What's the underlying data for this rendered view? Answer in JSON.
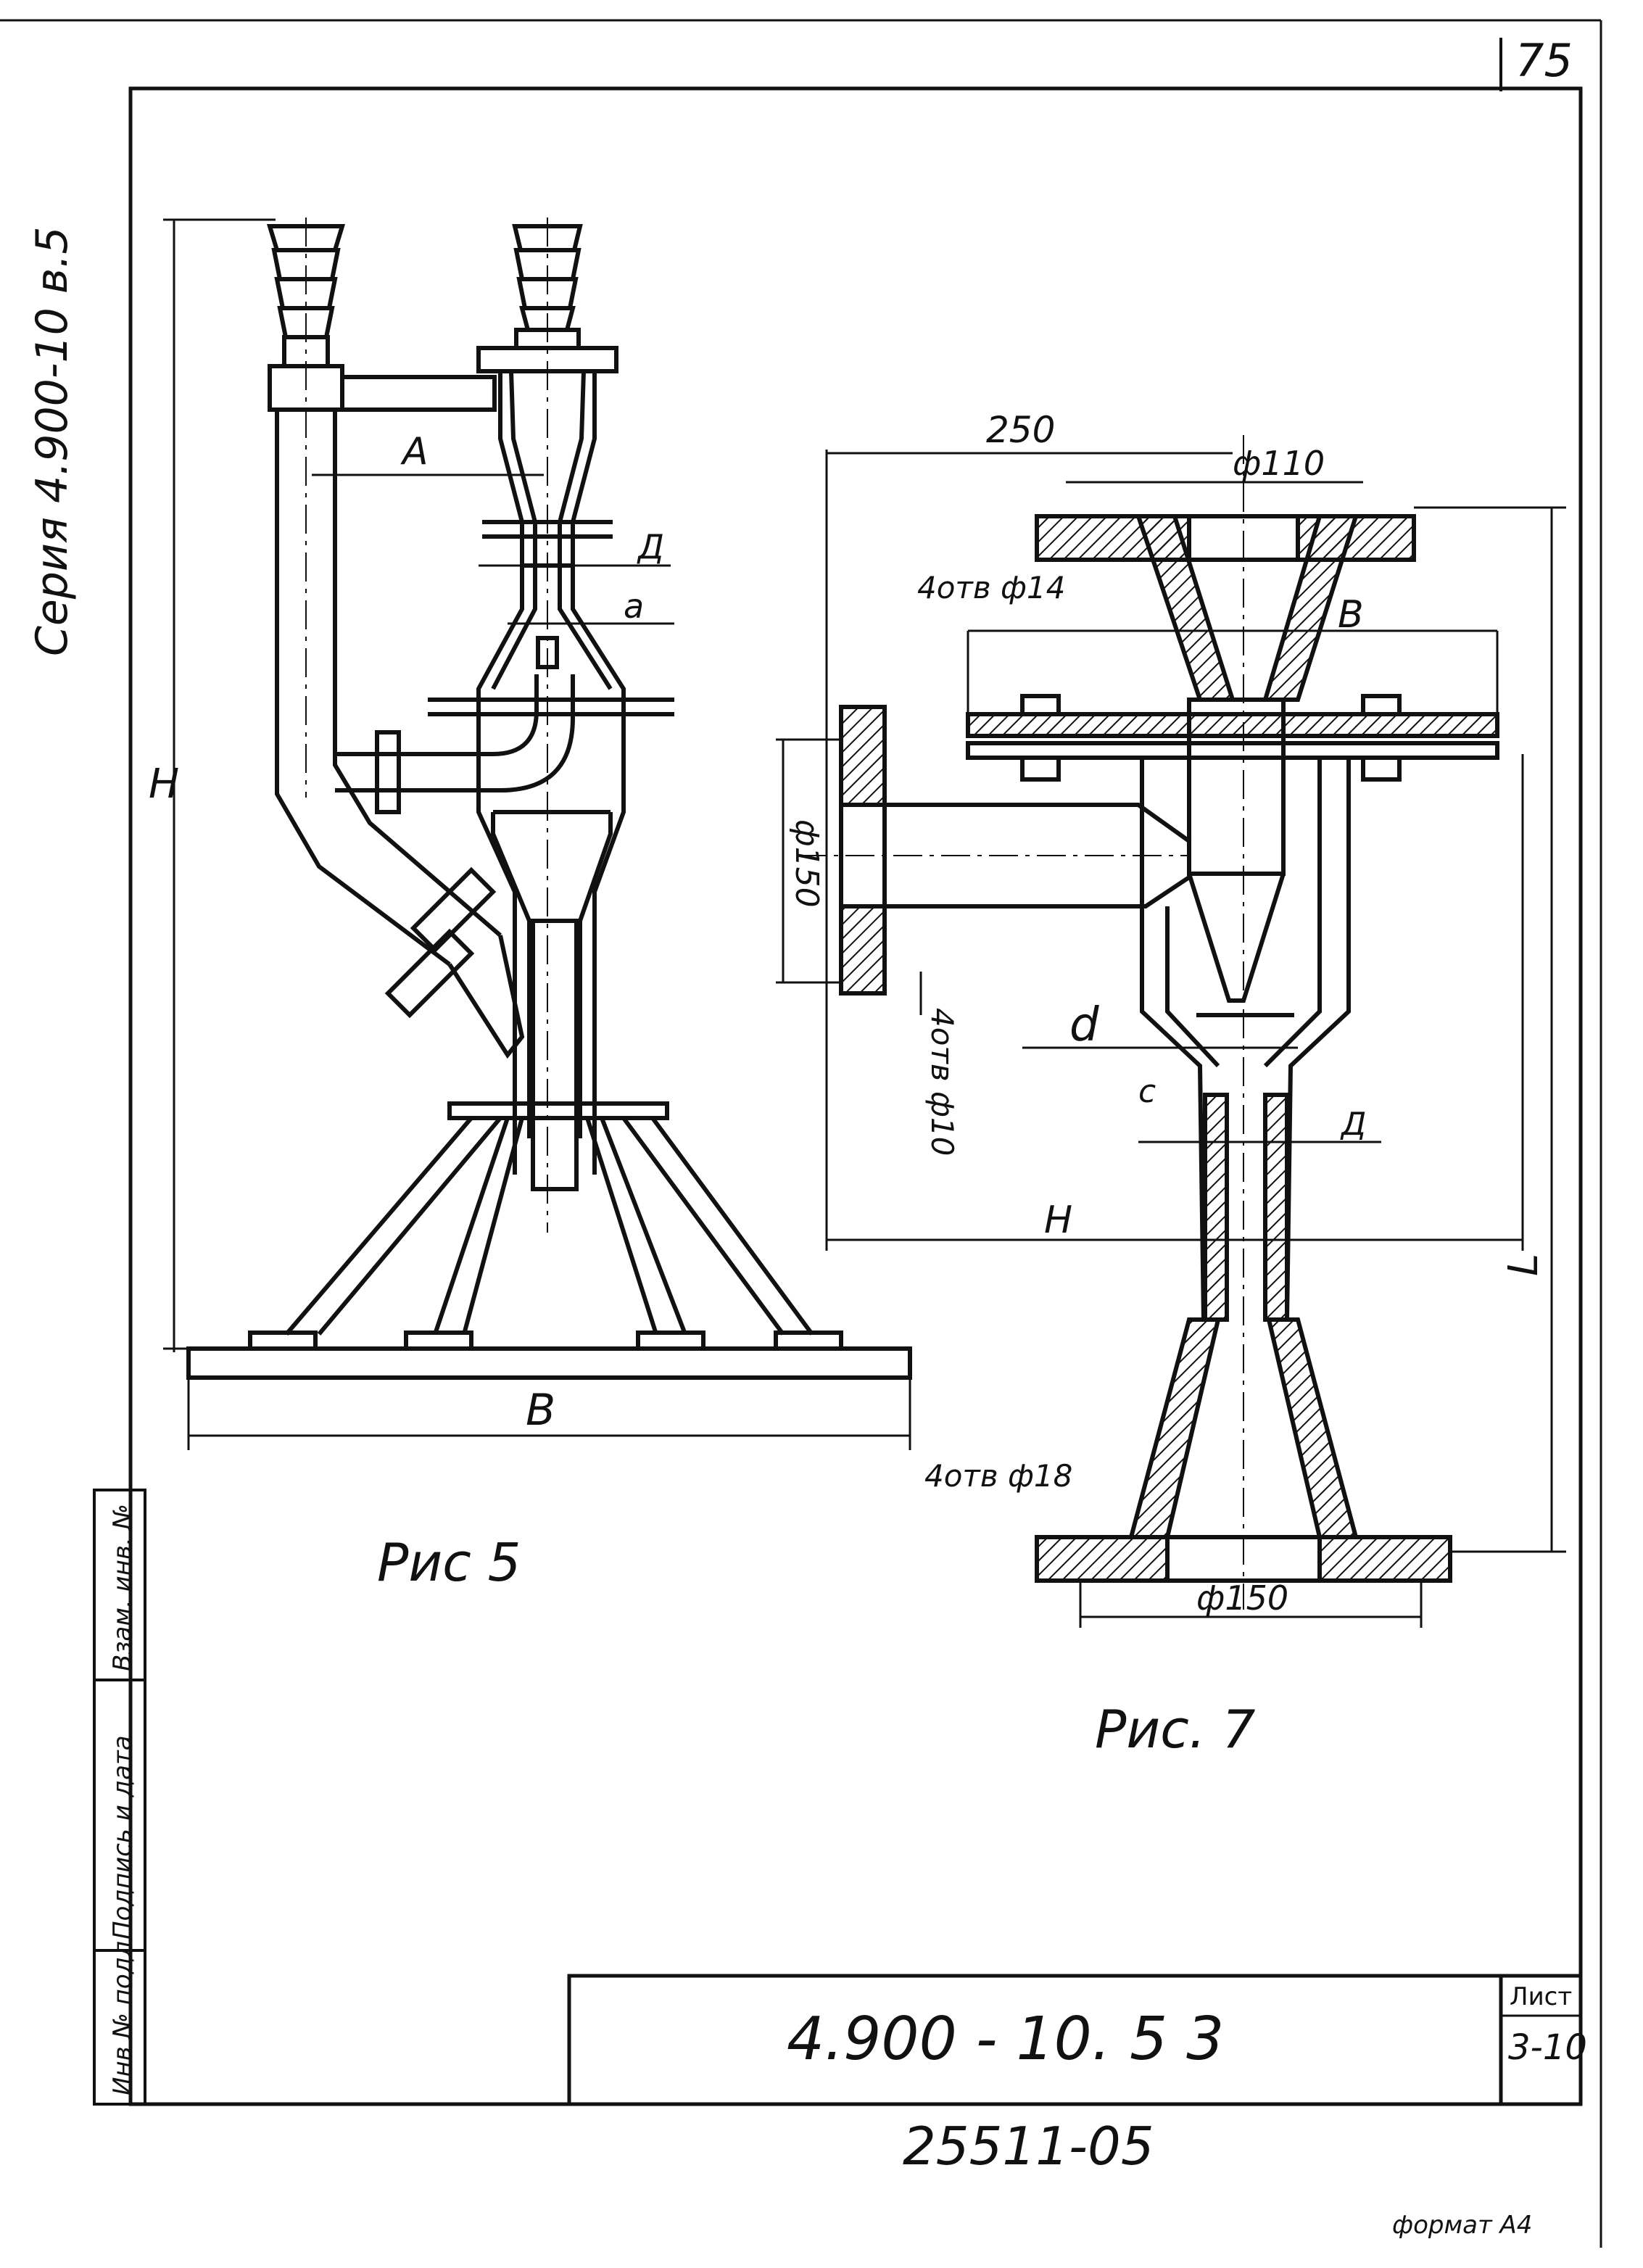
{
  "sheet": {
    "page_number": "75",
    "series": "Серия 4.900-10 в.5",
    "document_code": "4.900 - 10. 5 3",
    "sheet_label": "Лист",
    "sheet_number": "3-10",
    "inventory_number": "25511-05",
    "format": "формат А4"
  },
  "side_table": [
    "Инв № подл",
    "Подпись и дата",
    "Взам. инв. №"
  ],
  "fig5": {
    "caption": "Рис 5",
    "dim_height": "Н",
    "dim_width": "В",
    "dim_offset": "А",
    "dim_d": "Д",
    "dim_a": "а"
  },
  "fig7": {
    "caption": "Рис. 7",
    "dim_250": "250",
    "dim_d110": "ф110",
    "holes_top": "4отв ф14",
    "dim_b": "В",
    "dim_d150_side": "ф150",
    "holes_side": "4отв ф10",
    "dim_d": "d",
    "dim_c": "с",
    "dim_D": "Д",
    "dim_H": "Н",
    "dim_L": "L",
    "holes_bottom": "4отв ф18",
    "dim_d150_bottom": "ф150"
  }
}
